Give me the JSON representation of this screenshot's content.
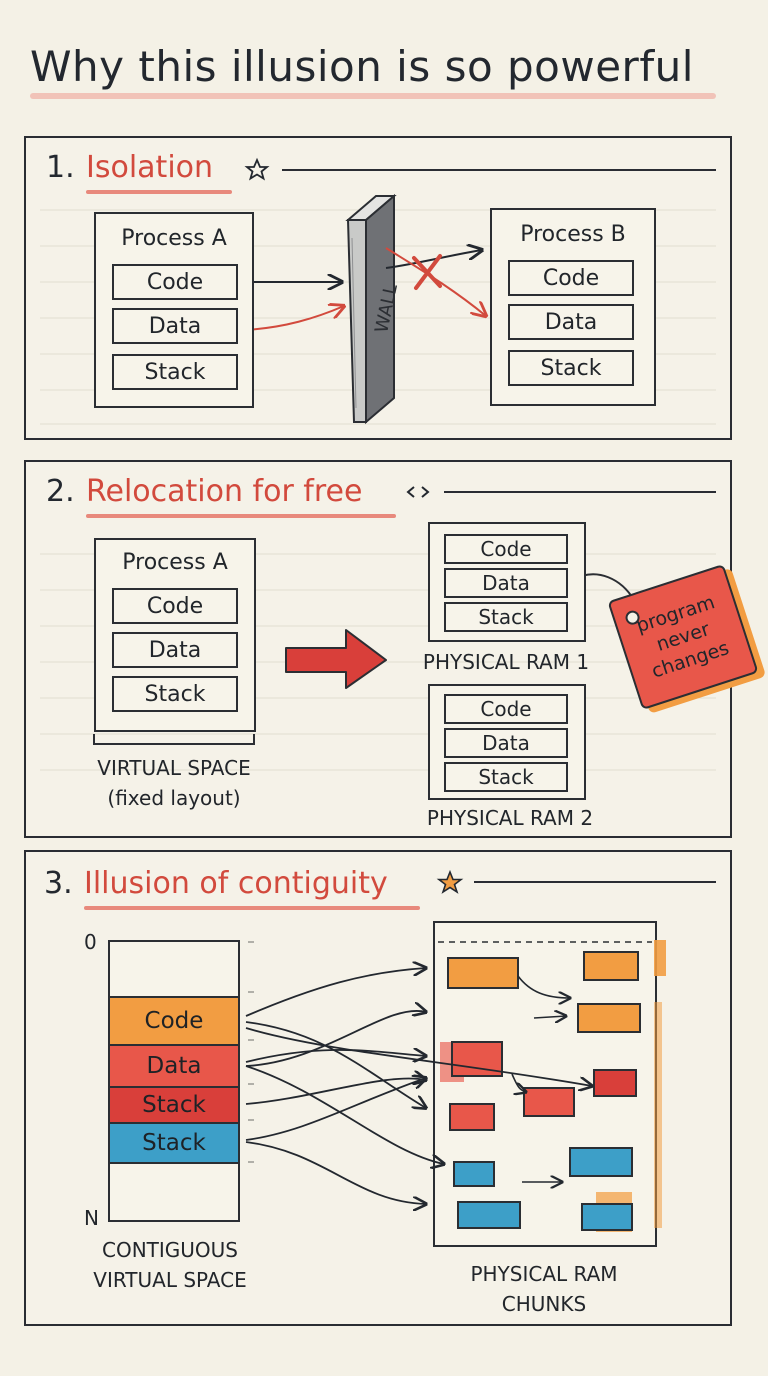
{
  "title": "Why this illusion is so powerful",
  "colors": {
    "accent_red": "#d24a3d",
    "orange": "#f29d42",
    "red_data": "#e8574a",
    "red_stack": "#d93f3a",
    "blue": "#3d9fc8",
    "ink": "#23282f"
  },
  "sections": {
    "isolation": {
      "number": "1.",
      "title": "Isolation",
      "icon": "star-outline-icon",
      "process_a": {
        "title": "Process A",
        "cells": [
          "Code",
          "Data",
          "Stack"
        ]
      },
      "process_b": {
        "title": "Process B",
        "cells": [
          "Code",
          "Data",
          "Stack"
        ]
      },
      "wall_label": "WALL",
      "blocked_icon": "red-x-icon"
    },
    "relocation": {
      "number": "2.",
      "title": "Relocation for free",
      "icon": "code-brackets-icon",
      "process_a": {
        "title": "Process A",
        "cells": [
          "Code",
          "Data",
          "Stack"
        ]
      },
      "virtual_caption_1": "VIRTUAL SPACE",
      "virtual_caption_2": "(fixed layout)",
      "ram1": {
        "cells": [
          "Code",
          "Data",
          "Stack"
        ],
        "caption": "PHYSICAL RAM 1"
      },
      "ram2": {
        "cells": [
          "Code",
          "Data",
          "Stack"
        ],
        "caption": "PHYSICAL RAM 2"
      },
      "tag_lines": [
        "program",
        "never",
        "changes"
      ]
    },
    "contiguity": {
      "number": "3.",
      "title": "Illusion of contiguity",
      "icon": "star-filled-icon",
      "axis_top": "0",
      "axis_bottom": "N",
      "segments": [
        {
          "label": "Code",
          "color": "#f29d42"
        },
        {
          "label": "Data",
          "color": "#e8574a"
        },
        {
          "label": "Stack",
          "color": "#d93f3a"
        },
        {
          "label": "Stack",
          "color": "#3d9fc8"
        }
      ],
      "virtual_caption_1": "CONTIGUOUS",
      "virtual_caption_2": "VIRTUAL SPACE",
      "physical_caption_1": "PHYSICAL RAM",
      "physical_caption_2": "CHUNKS"
    }
  }
}
